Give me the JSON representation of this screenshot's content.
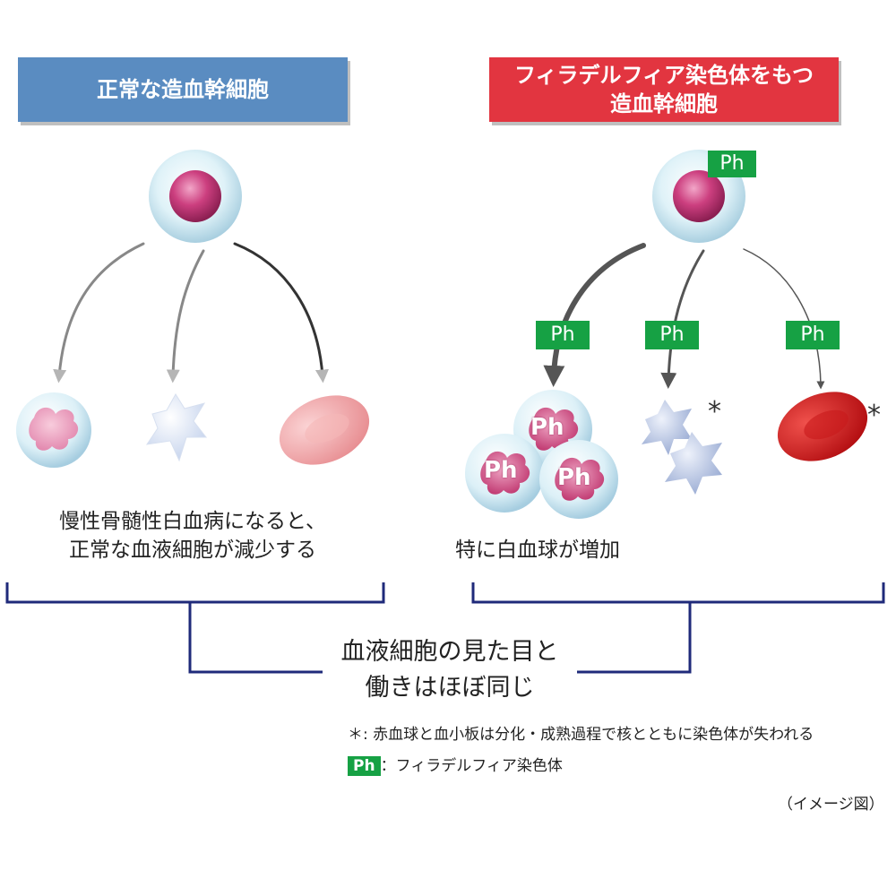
{
  "headers": {
    "normal": "正常な造血幹細胞",
    "ph_line1": "フィラデルフィア染色体をもつ",
    "ph_line2": "造血幹細胞"
  },
  "badges": {
    "ph_label": "Ph"
  },
  "captions": {
    "left_line1": "慢性骨髄性白血病になると、",
    "left_line2": "正常な血液細胞が減少する",
    "right": "特に白血球が増加",
    "center_line1": "血液細胞の見た目と",
    "center_line2": "働きはほぼ同じ"
  },
  "markers": {
    "asterisk": "*"
  },
  "notes": {
    "asterisk_note": "＊: 赤血球と血小板は分化・成熟過程で核とともに染色体が失われる",
    "ph_badge": "Ph",
    "ph_note": "：フィラデルフィア染色体",
    "image_note": "（イメージ図）"
  },
  "colors": {
    "normal_header": "#5a8cc1",
    "ph_header": "#e23540",
    "ph_badge": "#16a144",
    "bracket": "#1f2a7a",
    "red_cell_normal": "#f0a2a4",
    "red_cell_ph": "#d81e1e"
  }
}
